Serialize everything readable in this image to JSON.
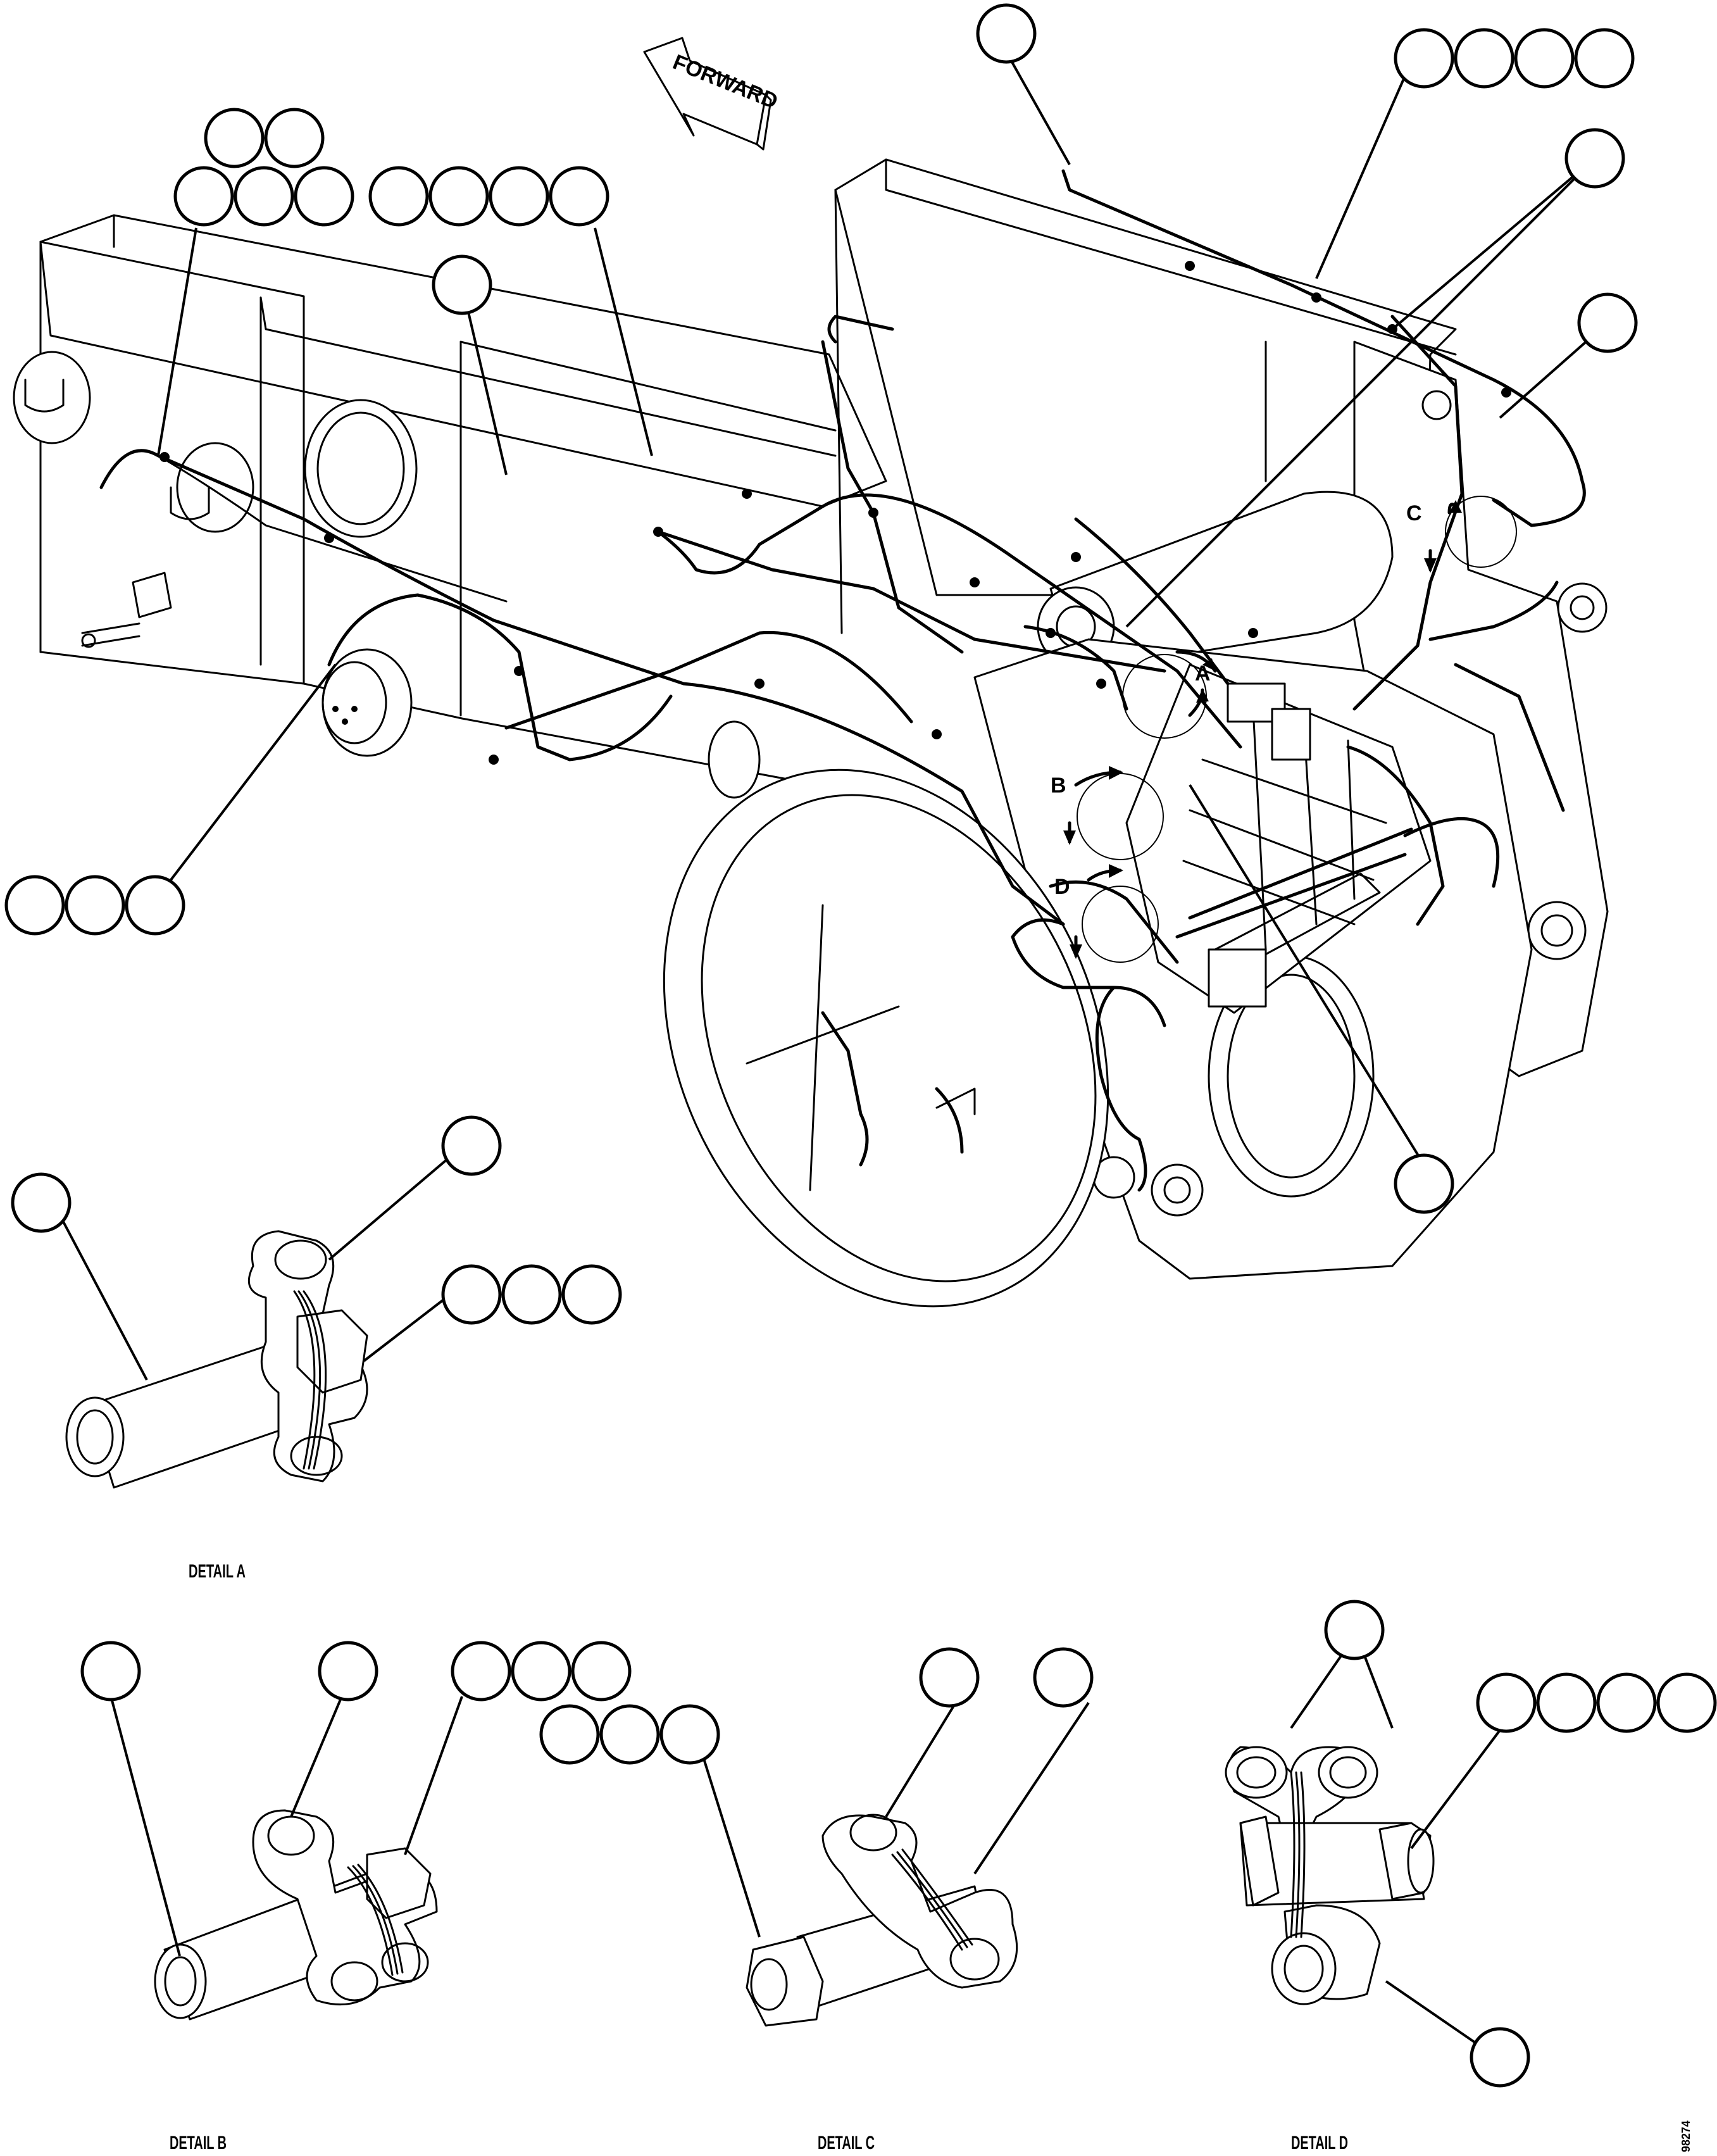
{
  "direction_arrow": {
    "label": "FORWARD"
  },
  "detail_markers": [
    "A",
    "B",
    "C",
    "D"
  ],
  "detail_titles": {
    "a": "DETAIL A",
    "b": "DETAIL B",
    "c": "DETAIL C",
    "d": "DETAIL D"
  },
  "drawing_number": "98274"
}
